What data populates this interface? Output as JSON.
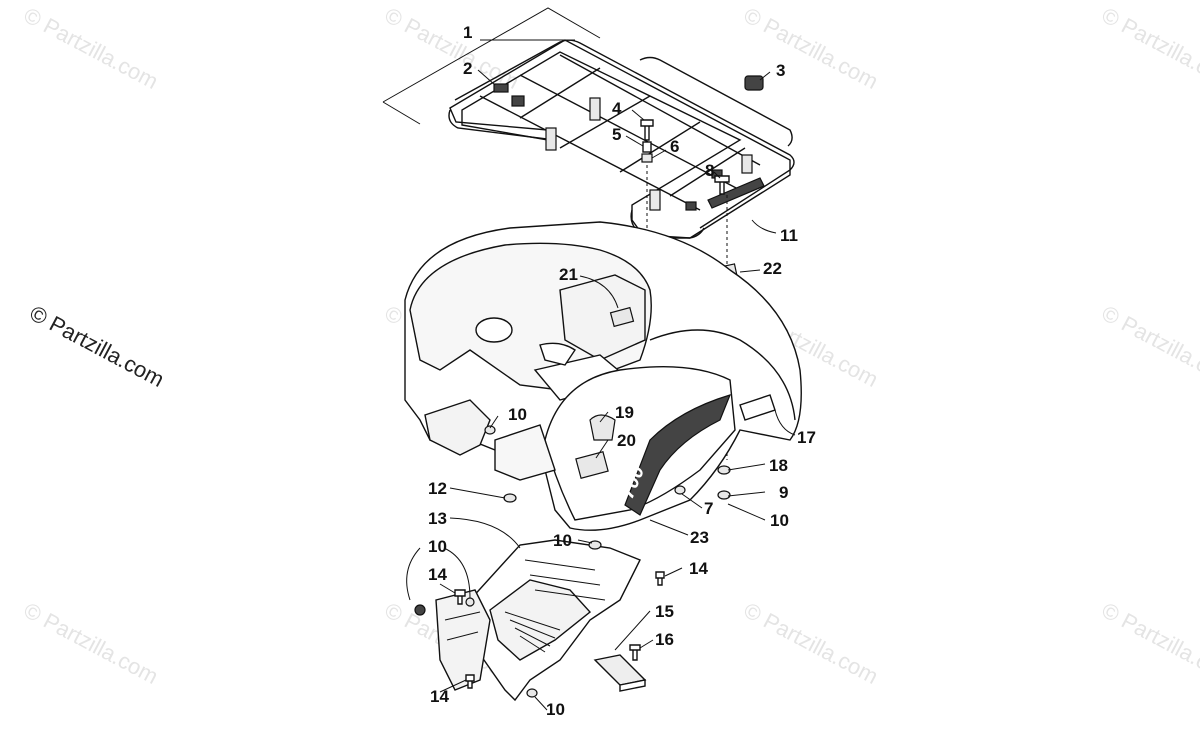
{
  "watermark": {
    "main_text": "© Partzilla.com",
    "faded_text": "© Partzilla.com"
  },
  "callouts": {
    "c1": "1",
    "c2": "2",
    "c3": "3",
    "c4": "4",
    "c5": "5",
    "c6": "6",
    "c7": "7",
    "c8": "8",
    "c9": "9",
    "c10a": "10",
    "c10b": "10",
    "c10c": "10",
    "c10d": "10",
    "c10e": "10",
    "c11": "11",
    "c12": "12",
    "c13": "13",
    "c14a": "14",
    "c14b": "14",
    "c14c": "14",
    "c15": "15",
    "c16": "16",
    "c17": "17",
    "c18": "18",
    "c19": "19",
    "c20": "20",
    "c21": "21",
    "c22": "22",
    "c23": "23"
  },
  "decal_text": "700",
  "colors": {
    "line": "#111111",
    "watermark": "#e4e4e4",
    "decal": "#333333"
  }
}
